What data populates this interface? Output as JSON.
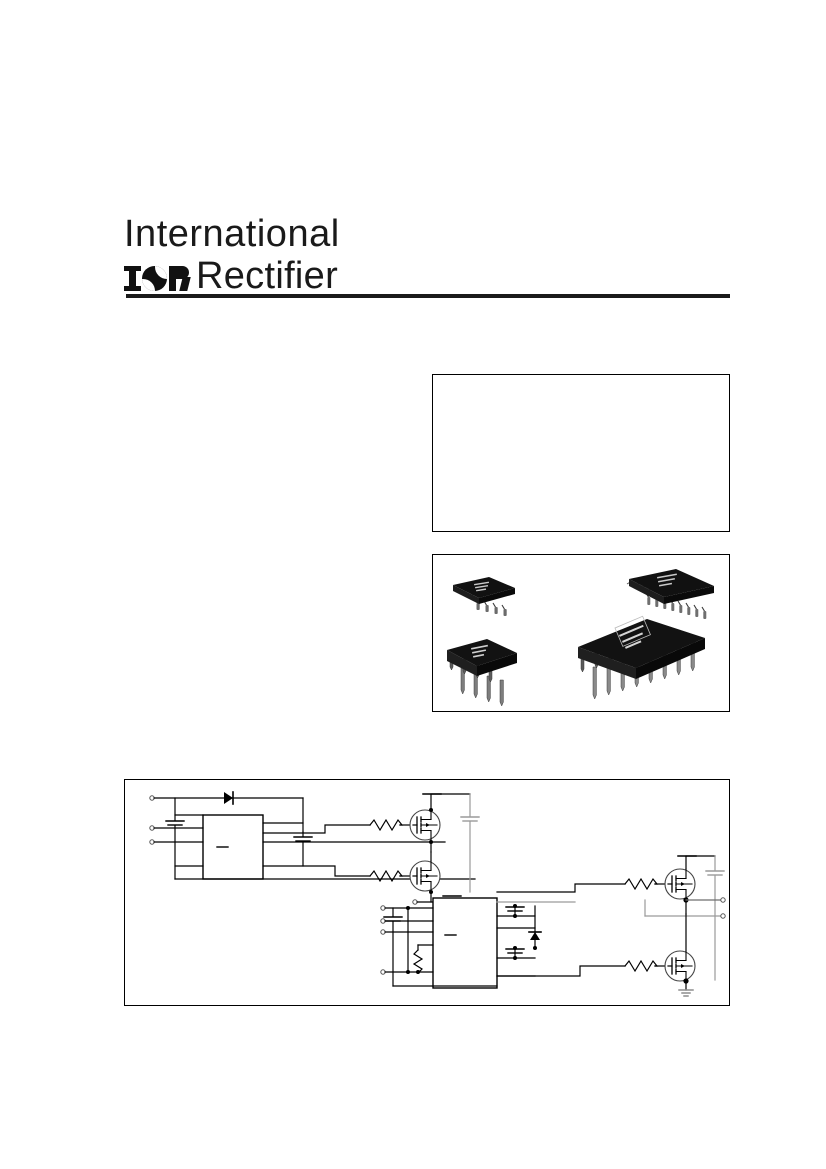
{
  "document": {
    "type": "datasheet-cover",
    "manufacturer_logo": {
      "line1": "International",
      "line2": "Rectifier",
      "mark_text": "IOR"
    }
  },
  "title_box": {
    "content": "",
    "note": "empty bordered panel — title and description text redacted"
  },
  "package_box": {
    "caption": "",
    "packages": [
      {
        "name": "SOIC-8",
        "position": "top-left",
        "leads": 8,
        "style": "surface-mount-gull-wing"
      },
      {
        "name": "SOIC-16",
        "position": "top-right",
        "leads": 16,
        "style": "surface-mount-gull-wing"
      },
      {
        "name": "PDIP-8",
        "position": "bottom-left",
        "leads": 8,
        "style": "through-hole-dual-inline"
      },
      {
        "name": "PDIP-16",
        "position": "bottom-right",
        "leads": 16,
        "style": "through-hole-dual-inline"
      }
    ]
  },
  "circuit_box": {
    "caption": "",
    "ic_label_left": "—",
    "ic_label_right": "—",
    "terminal_label_left_upper": "—",
    "terminal_label_left_lower": "—",
    "components": [
      "bootstrap-diode",
      "bootstrap-capacitor",
      "supply-decoupling-capacitor",
      "gate-resistor-high-side",
      "gate-resistor-low-side",
      "n-channel-mosfet-high-side",
      "n-channel-mosfet-low-side",
      "dc-bus-capacitor",
      "ground-symbol"
    ],
    "description": "Typical connection diagram: two half-bridge gate driver stages"
  },
  "colors": {
    "ink": "#000000",
    "logo_ink": "#1a1a1a",
    "wire_dark": "#000000",
    "wire_gray": "#8c8c8c",
    "page_bg": "#ffffff"
  }
}
